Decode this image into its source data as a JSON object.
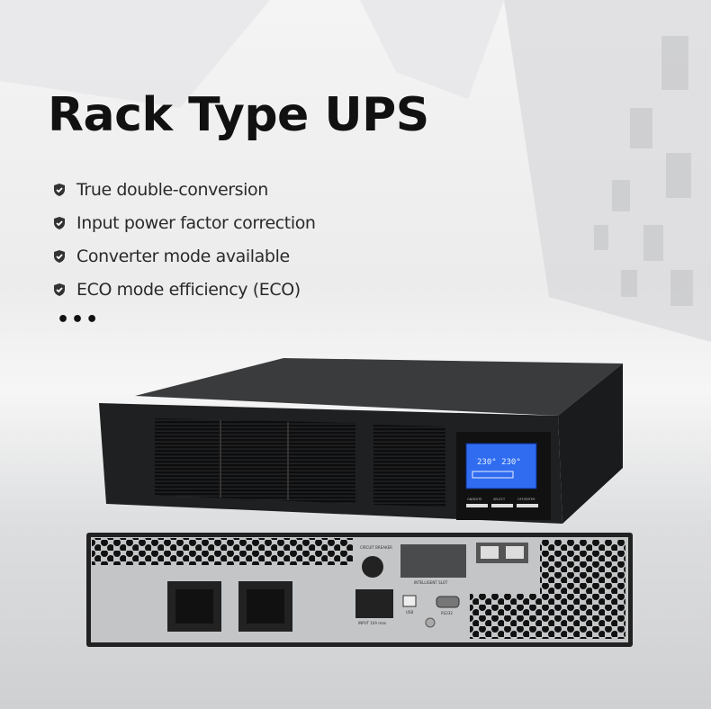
{
  "title": "Rack Type UPS",
  "features": [
    {
      "icon": "shield-check-icon",
      "label": "True double-conversion"
    },
    {
      "icon": "shield-check-icon",
      "label": "Input power factor correction"
    },
    {
      "icon": "shield-check-icon",
      "label": "Converter mode available"
    },
    {
      "icon": "shield-check-icon",
      "label": "ECO mode efficiency (ECO)"
    }
  ],
  "more": "•••",
  "front_unit": {
    "lcd_readout": "230° 230°",
    "lcd_color": "#2f6cf0",
    "buttons": [
      "ON/MUTE",
      "SELECT",
      "OFF/ENTER"
    ]
  },
  "rear_panel": {
    "circuit_breaker_label": "CIRCUIT BREAKER",
    "intelligent_slot_label": "INTELLIGENT SLOT",
    "input_label": "INPUT 10A max",
    "usb_label": "USB",
    "rs232_label": "RS232"
  },
  "colors": {
    "title": "#111111",
    "unit_body": "#1c1d1f",
    "rear_panel": "#c3c5c7"
  }
}
